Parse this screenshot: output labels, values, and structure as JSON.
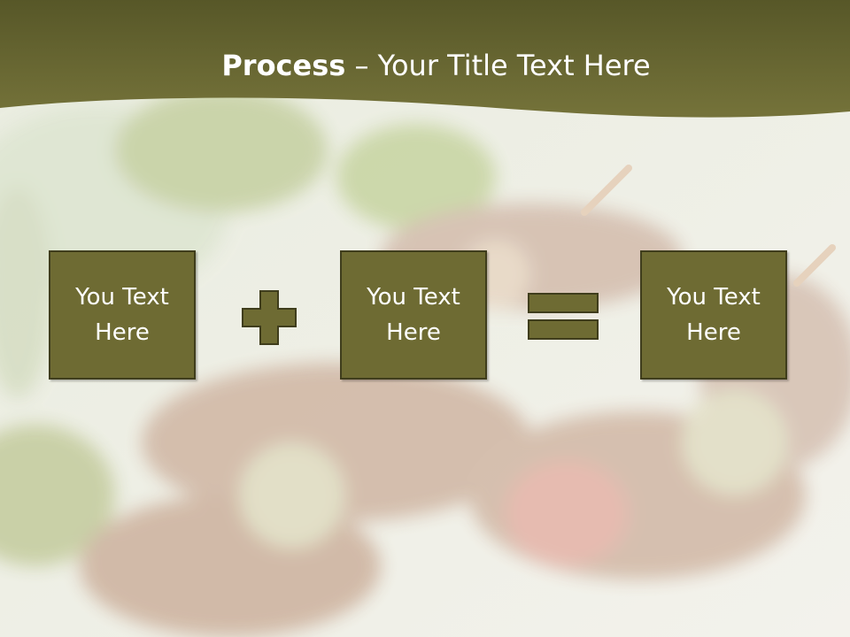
{
  "slide": {
    "title_bold": "Process",
    "title_rest": " – Your Title Text Here",
    "colors": {
      "header": "#6e6b33",
      "box_fill": "#6e6b33",
      "box_border": "#3f3d1c",
      "text": "#ffffff"
    }
  },
  "boxes": [
    {
      "label": "You Text Here"
    },
    {
      "label": "You Text Here"
    },
    {
      "label": "You Text Here"
    }
  ],
  "operators": [
    {
      "icon": "plus-icon"
    },
    {
      "icon": "equals-icon"
    }
  ],
  "background": {
    "image": "grilled-kebab-skewers-photo"
  }
}
